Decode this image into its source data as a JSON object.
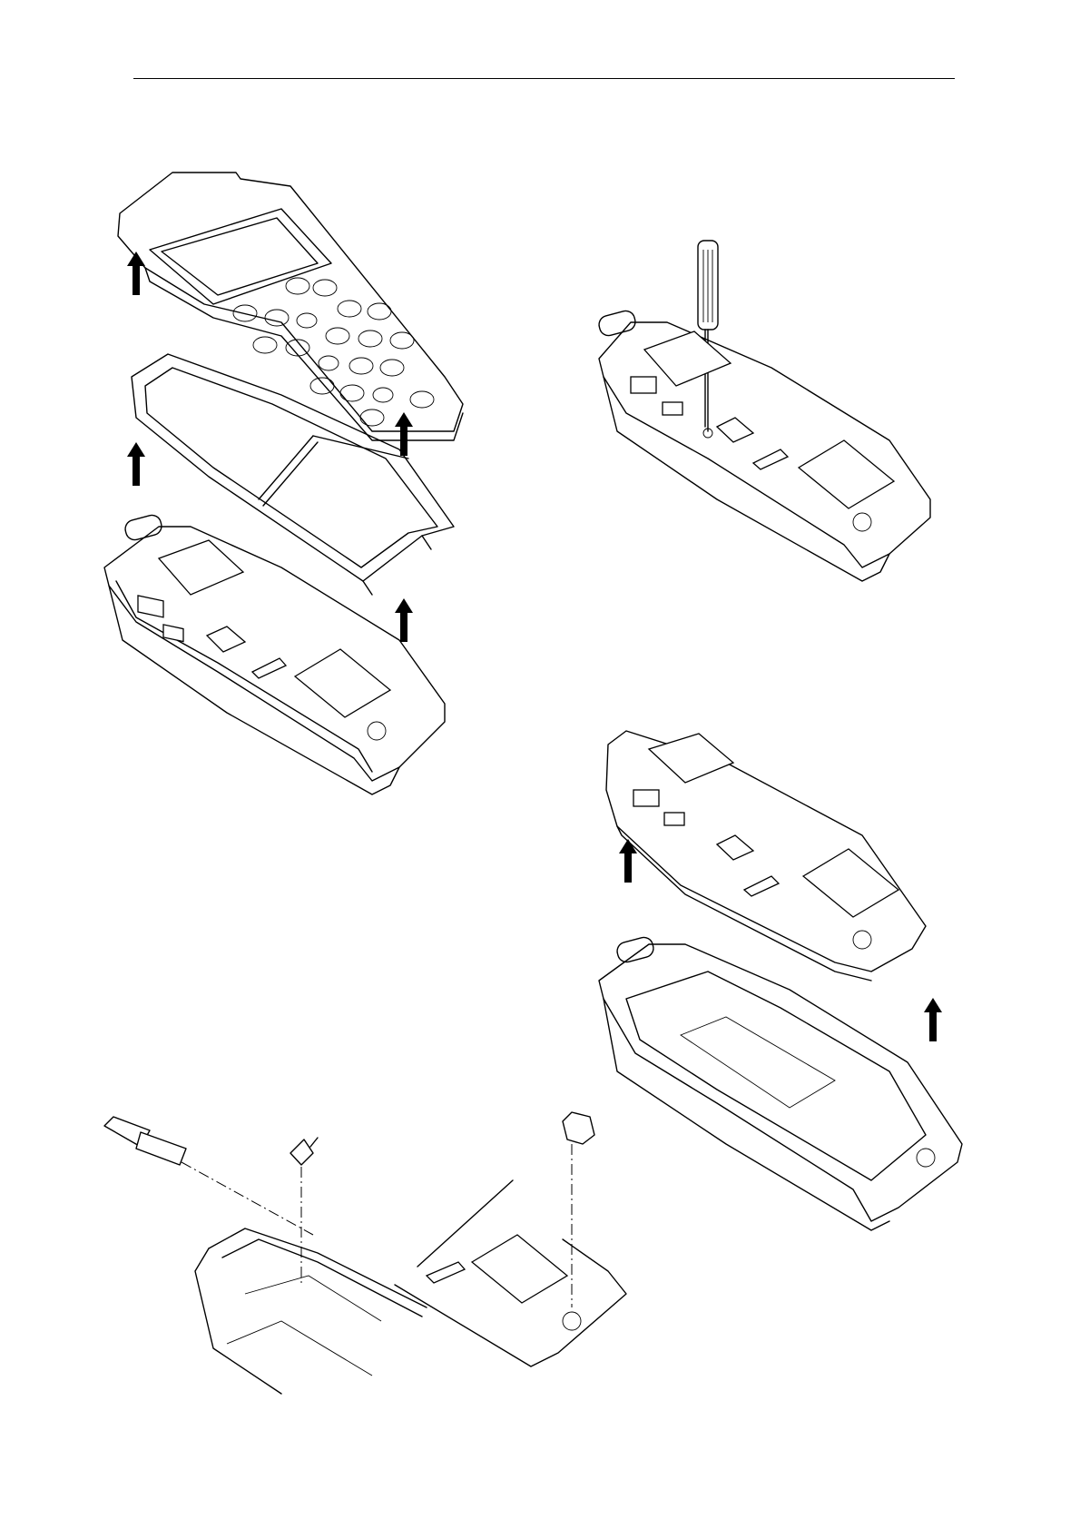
{
  "figures": [
    {
      "id": "fig-a",
      "depicts": "keypad-and-frame-removal"
    },
    {
      "id": "fig-b",
      "depicts": "screw-removal"
    },
    {
      "id": "fig-c",
      "depicts": "board-removal"
    },
    {
      "id": "fig-d",
      "depicts": "antenna-and-contact-assembly"
    }
  ],
  "icons": {
    "arrow": "up-arrow-icon",
    "tool": "screwdriver-icon"
  },
  "colors": {
    "ink": "#000000",
    "paper": "#ffffff"
  }
}
